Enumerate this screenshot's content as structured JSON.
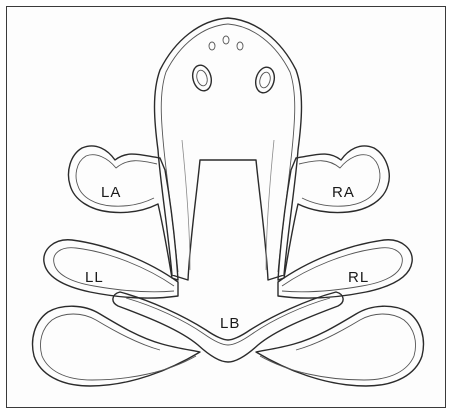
{
  "labels": {
    "left_arm": "LA",
    "right_arm": "RA",
    "left_leg": "LL",
    "right_leg": "RL",
    "lower_body": "LB"
  }
}
